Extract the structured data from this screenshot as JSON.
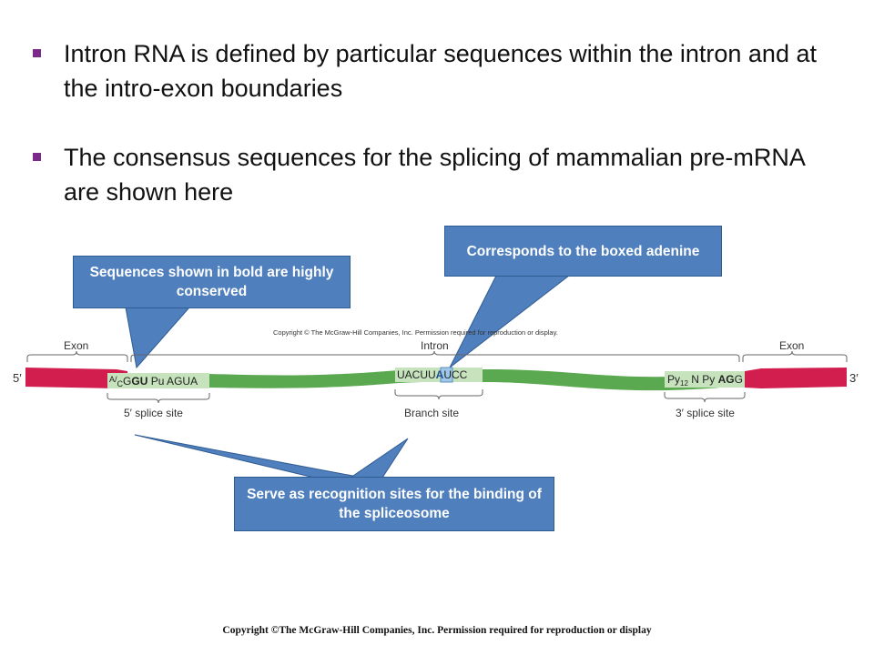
{
  "bullets": [
    {
      "text": "Intron RNA is defined by particular sequences within the intron and at the intro-exon boundaries"
    },
    {
      "text": "The consensus sequences for the splicing of mammalian pre-mRNA are shown here"
    }
  ],
  "callouts": {
    "bold": "Sequences shown in bold are highly conserved",
    "adenine": "Corresponds to the boxed adenine",
    "recognition": "Serve as recognition sites for the binding of the spliceosome"
  },
  "diagram": {
    "copyright_small": "Copyright © The McGraw-Hill Companies, Inc. Permission required for reproduction or display.",
    "labels": {
      "exon_left": "Exon",
      "intron": "Intron",
      "exon_right": "Exon",
      "five_prime": "5′",
      "three_prime": "3′",
      "five_splice_site": "5′ splice site",
      "branch_site": "Branch site",
      "three_splice_site": "3′ splice site"
    },
    "sequences": {
      "five_prefix_a": "A",
      "five_prefix_c": "C",
      "five_g": "G",
      "five_gu": "GU",
      "five_rest": " Pu AGUA",
      "branch_left": "UACUU",
      "branch_a": "A",
      "branch_right": "UCC",
      "three_py": "Py",
      "three_sub": "12",
      "three_mid": " N Py ",
      "three_ag": "AG",
      "three_g": "G"
    },
    "colors": {
      "exon": "#d21d4f",
      "intron": "#5aa84f",
      "seq_box": "#c6e3bd",
      "callout": "#4f7fbd"
    }
  },
  "footer": "Copyright ©The McGraw-Hill Companies, Inc. Permission required for reproduction or display"
}
